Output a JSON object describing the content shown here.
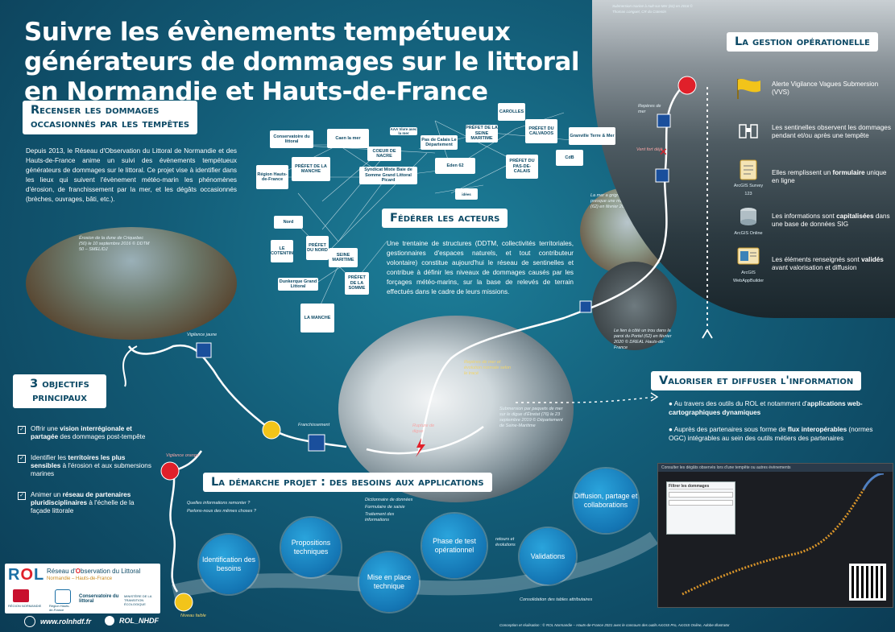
{
  "title": "Suivre les évènements tempétueux générateurs de dommages sur le littoral en Normandie et Hauts-de-France",
  "recenser": {
    "title_line1": "Recenser les dommages",
    "title_line2": "occasionnés par les tempêtes",
    "text": "Depuis 2013, le Réseau d'Observation du Littoral de Normandie et des Hauts-de-France anime un suivi des évènements tempétueux générateurs de dommages sur le littoral. Ce projet vise à identifier dans les lieux qui suivent l'évènement météo-marin les phénomènes d'érosion, de franchissement par la mer, et les dégâts occasionnés (brèches, ouvrages, bâti, etc.).",
    "photo_caption": "Érosion de la dune de Criquebec (50) le 10 septembre 2016 © DDTM 50 – SMEL/DJ"
  },
  "federer": {
    "title": "Fédérer les acteurs",
    "text": "Une trentaine de structures (DDTM, collectivités territoriales, gestionnaires d'espaces naturels, et tout contributeur volontaire) constitue aujourd'hui le réseau de sentinelles et contribue à définir les niveaux de dommages causés par les forçages météo-marins, sur la base de relevés de terrain effectués dans le cadre de leurs missions.",
    "logos": [
      "Conservatoire du littoral",
      "Caen la mer",
      "PRÉFET DE LA MANCHE",
      "Région Hauts-de-France",
      "COEUR DE NACRE",
      "Pas de Calais Le Département",
      "Syndicat Mixte Baie de Somme Grand Littoral Picard",
      "Eden 62",
      "PRÉFET DE LA SEINE MARITIME",
      "CAROLLES",
      "PRÉFET DU CALVADOS",
      "Granville Terre & Mer",
      "PRÉFET DU PAS-DE-CALAIS",
      "CdB",
      "Nord",
      "LE COTENTIN",
      "PRÉFET DU NORD",
      "Dunkerque Grand Littoral",
      "PRÉFET DE LA SOMME",
      "LA MANCHE",
      "idées",
      "SEINE MARITIME",
      "AAA Vivre avec la mer"
    ],
    "photo1_caption": "La mer a grignoté la dune atteignant presque une maison à Tardinghen (62) en février 2020 © DDTM 62",
    "photo2_caption": "Le lien à côté un trou dans la paroi du Portel (62) en février 2020 © DREAL Hauts-de-France"
  },
  "objectifs": {
    "title_line1": "3 objectifs",
    "title_line2": "principaux",
    "items": [
      {
        "pre": "Offrir une ",
        "bold": "vision interrégionale et partagée",
        "post": " des dommages post-tempête"
      },
      {
        "pre": "Identifier les ",
        "bold": "territoires les plus sensibles",
        "post": " à l'érosion et aux submersions marines"
      },
      {
        "pre": "Animer un ",
        "bold": "réseau de partenaires pluridisciplinaires",
        "post": " à l'échelle de la façade littorale"
      }
    ]
  },
  "gestion": {
    "title": "La gestion opérationelle",
    "photo_caption": "Submersion marine à Ault-sur-Mer (62) en 2016 © Thomas Longuet, CR du Cotentin",
    "items": [
      {
        "text": "Alerte Vigilance Vagues Submersion (VVS)",
        "icon": "warning-flag-icon",
        "tool": ""
      },
      {
        "text": "Les sentinelles observent les dommages pendant et/ou après une tempête",
        "icon": "binoculars-icon",
        "tool": ""
      },
      {
        "pre": "Elles remplissent un ",
        "bold": "formulaire",
        "post": " unique en ligne",
        "icon": "clipboard-icon",
        "tool": "ArcGIS Survey 123"
      },
      {
        "pre": "Les informations sont ",
        "bold": "capitalisées",
        "post": " dans une base de données SIG",
        "icon": "database-icon",
        "tool": "ArcGIS Online"
      },
      {
        "pre": "Les éléments renseignés sont ",
        "bold": "validés",
        "post": " avant valorisation et diffusion",
        "icon": "webapp-icon",
        "tool": "ArcGIS WebAppBuilder"
      }
    ]
  },
  "valoriser": {
    "title": "Valoriser et diffuser l'information",
    "bullets": [
      {
        "pre": "Au travers des outils du ROL et notamment d'",
        "bold": "applications web-cartographiques dynamiques",
        "post": ""
      },
      {
        "pre": "Auprès des partenaires sous forme de ",
        "bold": "flux interopérables",
        "post": " (normes OGC) intégrables au sein des outils métiers des partenaires"
      }
    ],
    "map_header": "Consulter les dégâts observés lors d'une tempête ou autres évènements",
    "map_panel_title": "Filtrer les dommages"
  },
  "demarche": {
    "title": "La démarche projet : des besoins aux applications",
    "steps": [
      "Identification des besoins",
      "Propositions techniques",
      "Mise en place technique",
      "Phase de test opérationnel",
      "Validations",
      "Diffusion, partage et collaborations"
    ],
    "notes": [
      "Quelles informations remonter ?",
      "Parlons-nous des mêmes choses ?",
      "Dictionnaire de données",
      "Formulaire de saisie",
      "Traitement des informations",
      "retours et évolutions",
      "Consolidation des tables attributaires"
    ]
  },
  "map_labels": {
    "vigilance_orange": "Vigilance orange",
    "rupture_digue": "Rupture de digue",
    "reperes": "Repères de mer",
    "franchissement": "Franchissement",
    "vigilance_jaune": "Vigilance jaune",
    "niveau_faible": "Niveau faible",
    "mer_forte": "Repères de mer et évolution normale selon le tracé",
    "vent_fort": "Vent fort déjà"
  },
  "franchissement_caption": "Submersion par paquets de mer sur le digue d'Étretat (76) le 23 septembre 2019 © Département de Seine-Maritime",
  "rol": {
    "name_pre": "Réseau d'",
    "name_post": "bservation du Littoral",
    "sub": "Normandie – Hauts-de-France",
    "partners": [
      "RÉGION NORMANDIE",
      "Région Hauts-de-France",
      "Conservatoire du littoral",
      "MINISTÈRE DE LA TRANSITION ÉCOLOGIQUE"
    ]
  },
  "footer": {
    "website": "www.rolnhdf.fr",
    "twitter": "ROL_NHDF",
    "credit": "Conception et réalisation : © ROL Normandie – Hauts-de-France 2021 avec le concours des outils ArcGIS Pro, ArcGIS Online, Adobe Illustrator"
  },
  "colors": {
    "bg_dark": "#0b3c55",
    "bg_light": "#1d7f9a",
    "accent_red": "#e0202a",
    "accent_yellow": "#f2c41a",
    "step_blue": "#1475b3",
    "marker_blue": "#1a4f9c"
  }
}
